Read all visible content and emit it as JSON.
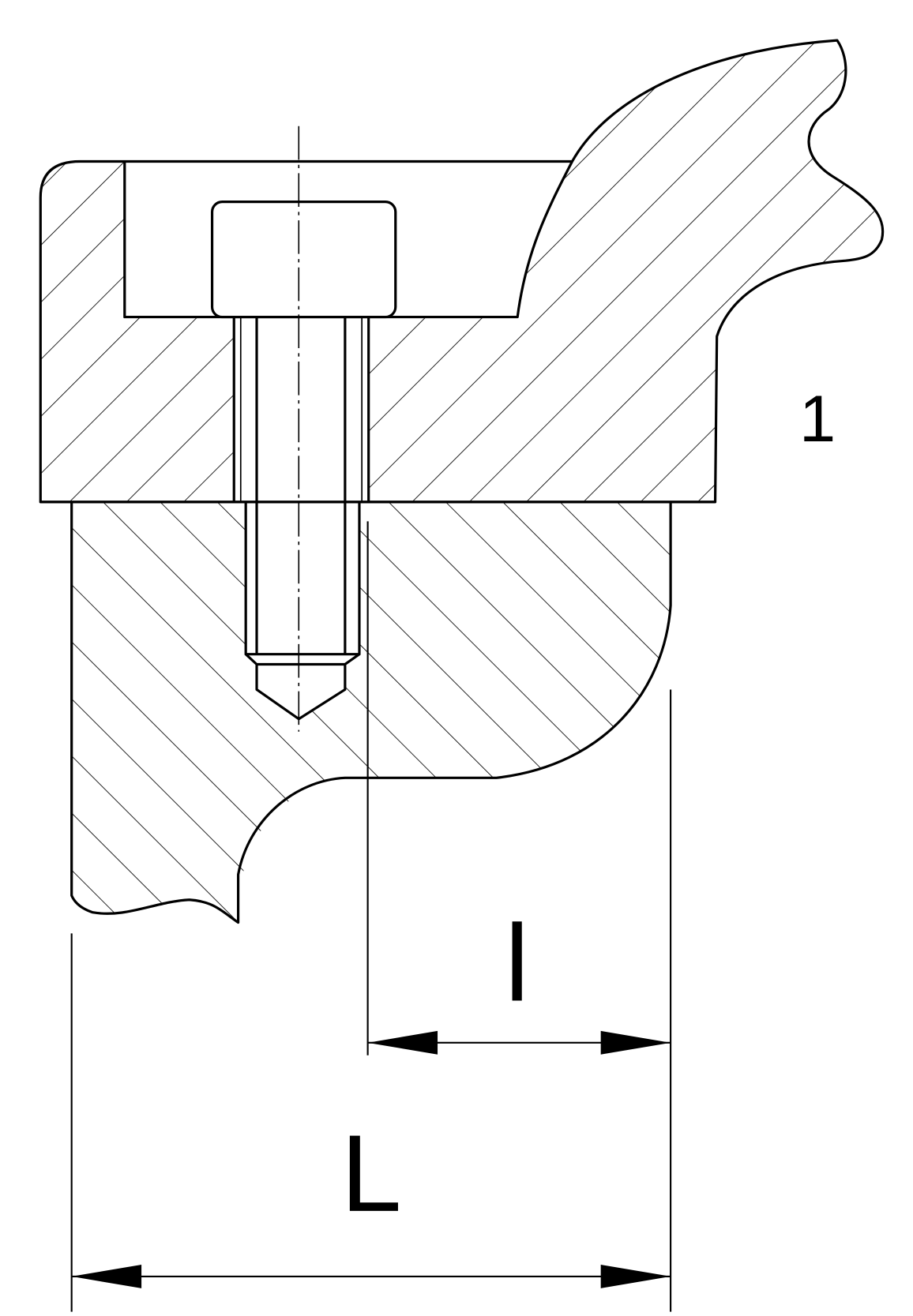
{
  "part_label": "1",
  "dimensions": {
    "short_length_label": "l",
    "total_length_label": "L"
  },
  "colors": {
    "line": "#000000",
    "background": "#ffffff"
  }
}
